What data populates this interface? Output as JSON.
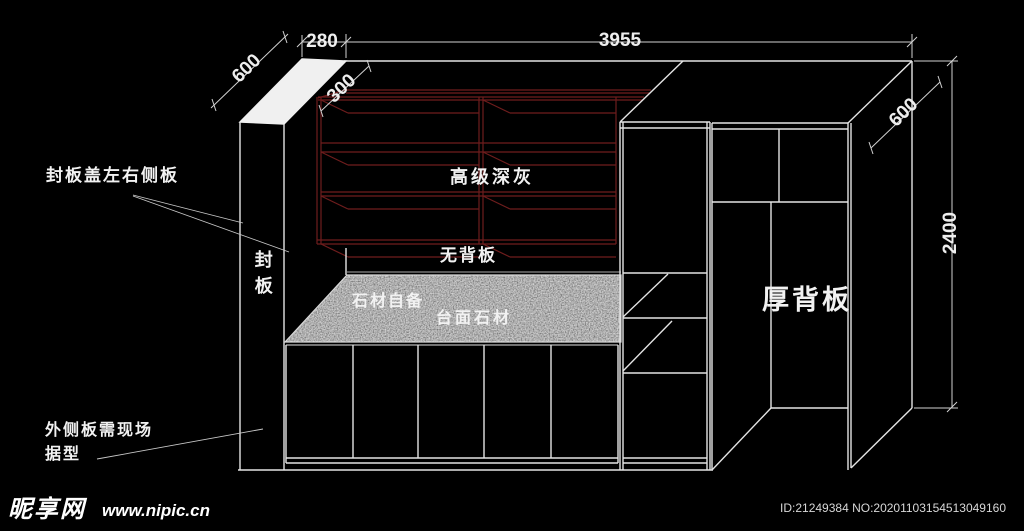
{
  "colors": {
    "background": "#000000",
    "line": "#e4e4e4",
    "shelf_line": "#6f1d1d",
    "text": "#f2f2f2"
  },
  "dimensions": {
    "total_width": "3955",
    "left_panel_depth": "600",
    "left_offset": "280",
    "shelf_depth": "300",
    "cabinet_depth": "600",
    "total_height": "2400"
  },
  "annotations": {
    "cover_panel_note": "封板盖左右侧板",
    "panel_label": "封板",
    "shelf_finish": "高级深灰",
    "no_back_panel": "无背板",
    "stone_self_provided": "石材自备",
    "countertop_stone": "台面石材",
    "thick_back_panel": "厚背板",
    "outer_panel_note_line1": "外侧板需现场",
    "outer_panel_note_line2": "据型"
  },
  "watermark": {
    "site_name": "昵享网",
    "site_url": "www.nipic.cn",
    "id_text": "ID:21249384 NO:20201103154513049160"
  }
}
